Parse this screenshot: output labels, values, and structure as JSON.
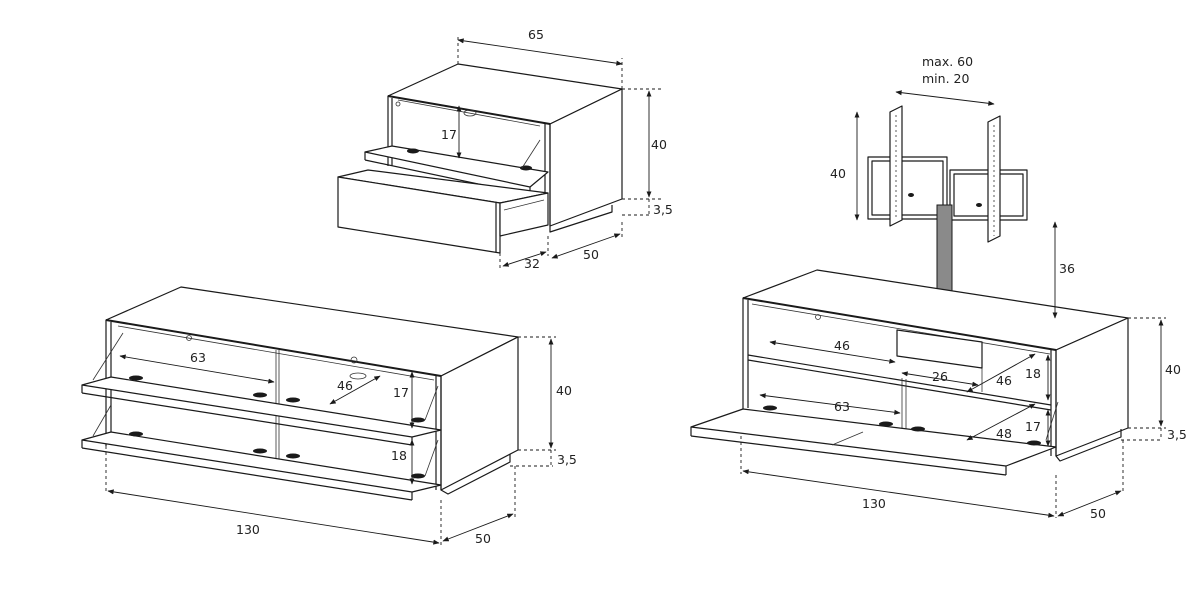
{
  "diagram": {
    "small_unit": {
      "width": "65",
      "height": "40",
      "leg_height": "3,5",
      "depth": "50",
      "drawer_depth": "32",
      "shelf_clearance": "17"
    },
    "large_unit": {
      "width": "130",
      "height": "40",
      "leg_height": "3,5",
      "depth": "50",
      "inner_width": "63",
      "inner_depth": "46",
      "clearance_upper": "17",
      "clearance_lower": "18"
    },
    "tv_unit": {
      "width": "130",
      "height": "40",
      "leg_height": "3,5",
      "depth": "50",
      "bracket_max": "max. 60",
      "bracket_min": "min. 20",
      "bracket_height": "40",
      "column_height": "36",
      "inner_width_upper": "46",
      "compartment_width": "26",
      "right_depth": "46",
      "right_clearance": "18",
      "inner_width_lower": "63",
      "lower_depth": "48",
      "lower_clearance": "17"
    }
  }
}
